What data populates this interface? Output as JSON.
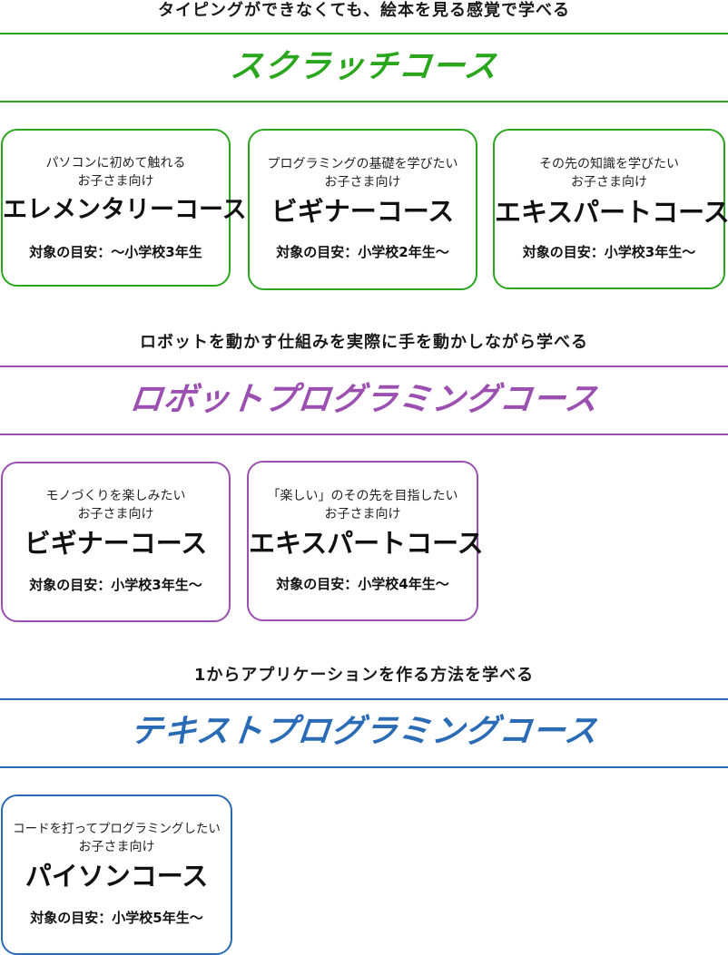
{
  "colors": {
    "scratch": "#2aa61d",
    "robot": "#9b4fb0",
    "text": "#2a6bb5"
  },
  "sections": [
    {
      "tagline": "タイピングができなくても、絵本を見る感覚で学べる",
      "title": "スクラッチコース",
      "cards": [
        {
          "line1": "パソコンに初めて触れる",
          "line2": "お子さま向け",
          "name": "エレメンタリーコース",
          "target": "対象の目安：〜小学校3年生"
        },
        {
          "line1": "プログラミングの基礎を学びたい",
          "line2": "お子さま向け",
          "name": "ビギナーコース",
          "target": "対象の目安：小学校2年生〜"
        },
        {
          "line1": "その先の知識を学びたい",
          "line2": "お子さま向け",
          "name": "エキスパートコース",
          "target": "対象の目安：小学校3年生〜"
        }
      ]
    },
    {
      "tagline": "ロボットを動かす仕組みを実際に手を動かしながら学べる",
      "title": "ロボットプログラミングコース",
      "cards": [
        {
          "line1": "モノづくりを楽しみたい",
          "line2": "お子さま向け",
          "name": "ビギナーコース",
          "target": "対象の目安：小学校3年生〜"
        },
        {
          "line1": "「楽しい」のその先を目指したい",
          "line2": "お子さま向け",
          "name": "エキスパートコース",
          "target": "対象の目安：小学校4年生〜"
        }
      ]
    },
    {
      "tagline": "1からアプリケーションを作る方法を学べる",
      "title": "テキストプログラミングコース",
      "cards": [
        {
          "line1": "コードを打ってプログラミングしたい",
          "line2": "お子さま向け",
          "name": "パイソンコース",
          "target": "対象の目安：小学校5年生〜"
        }
      ]
    }
  ]
}
